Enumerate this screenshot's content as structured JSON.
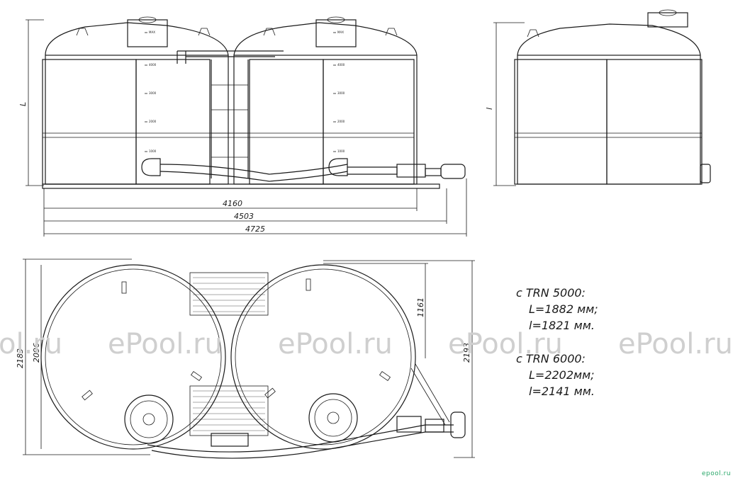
{
  "dimensions": {
    "front_length_1": "4160",
    "front_length_2": "4503",
    "front_length_3": "4725",
    "front_height": "L",
    "side_height": "l",
    "plan_width_outer": "2183",
    "plan_width_inner": "2096",
    "plan_right_width": "2193",
    "plan_offset": "1161"
  },
  "level_marks": [
    "MAX",
    "4000",
    "3000",
    "2000",
    "1000"
  ],
  "specs": [
    {
      "model": "с TRN 5000:",
      "L": "L=1882 мм;",
      "l": "l=1821 мм."
    },
    {
      "model": "с TRN 6000:",
      "L": "L=2202мм;",
      "l": "l=2141 мм."
    }
  ],
  "watermarks": [
    "ol.ru",
    "ePool.ru",
    "ePool.ru",
    "ePool.ru",
    "ePool.ru"
  ],
  "logo": "epool.ru",
  "colors": {
    "line": "#1a1a1a",
    "watermark": "#cfcfcf",
    "logo": "#2aa86a"
  }
}
